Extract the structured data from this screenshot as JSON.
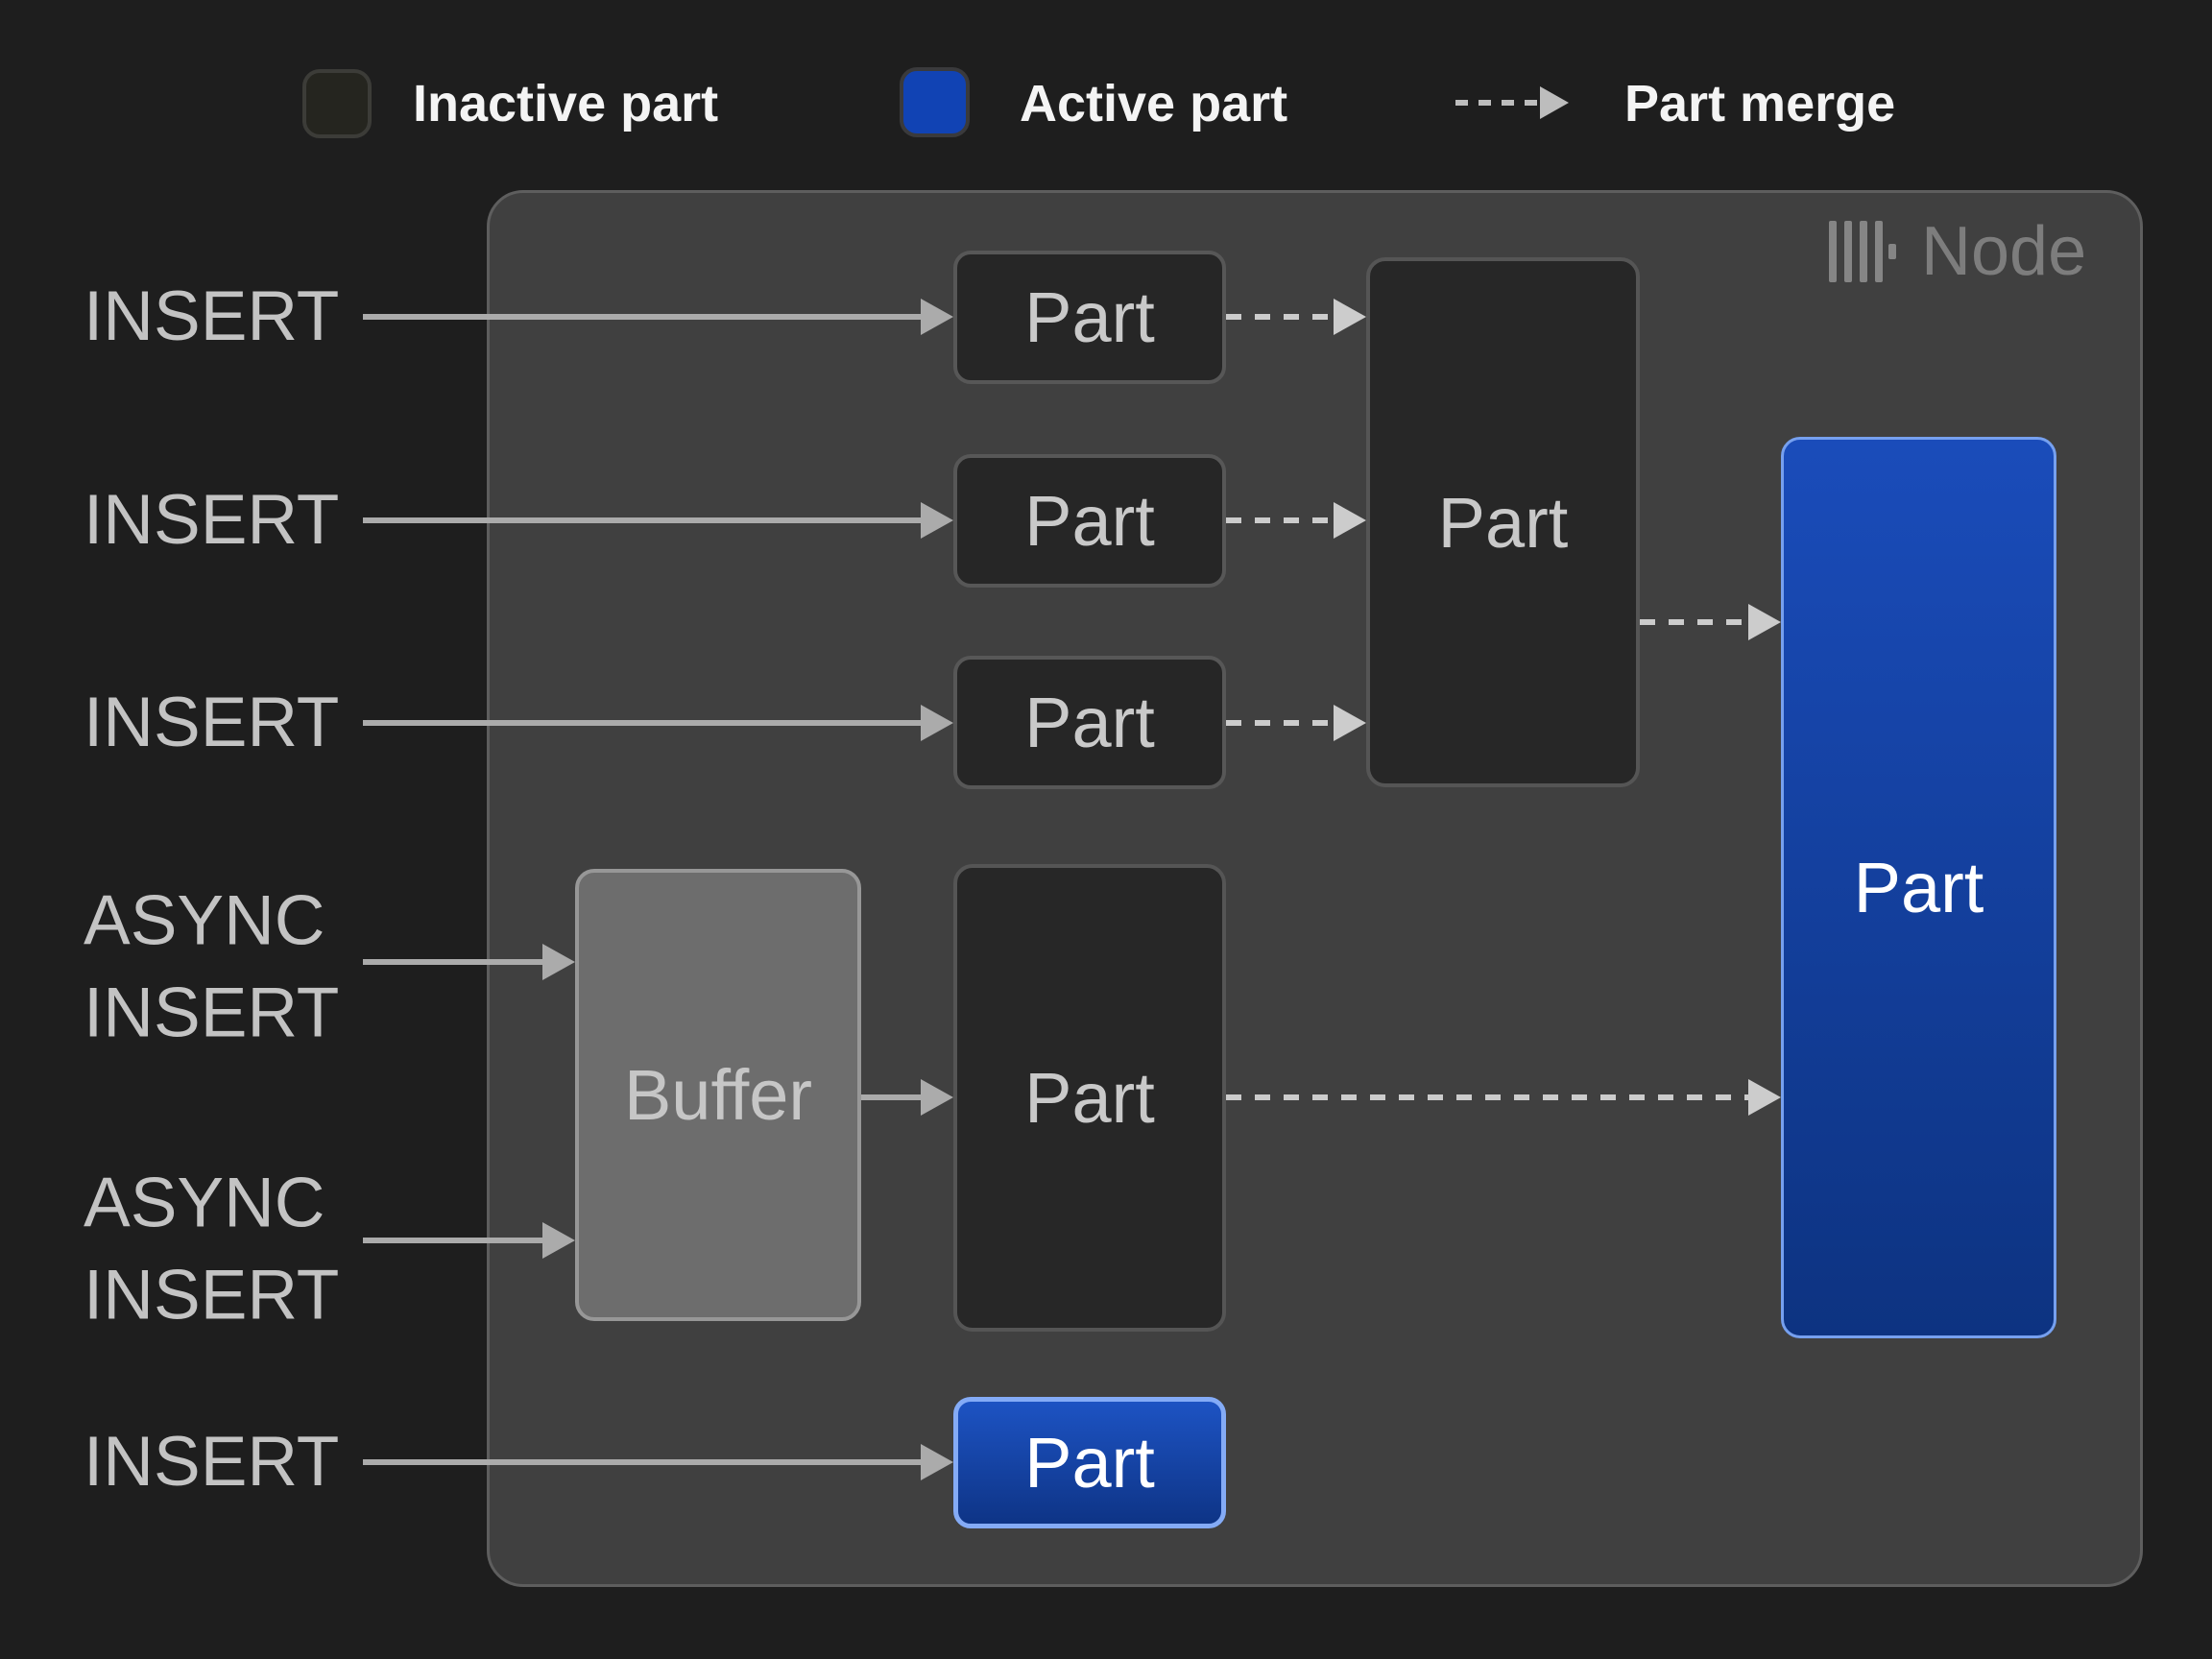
{
  "legend": {
    "items": [
      {
        "label": "Inactive part",
        "swatch": "inactive-part"
      },
      {
        "label": "Active part",
        "swatch": "active-part"
      },
      {
        "label": "Part merge",
        "swatch": "dashed-arrow"
      }
    ]
  },
  "node": {
    "title": "Node",
    "logo": "clickhouse-bars-icon"
  },
  "inputs": [
    {
      "label": "INSERT"
    },
    {
      "label": "INSERT"
    },
    {
      "label": "INSERT"
    },
    {
      "label": "ASYNC\nINSERT"
    },
    {
      "label": "ASYNC\nINSERT"
    },
    {
      "label": "INSERT"
    }
  ],
  "boxes": {
    "part1": {
      "label": "Part",
      "state": "inactive"
    },
    "part2": {
      "label": "Part",
      "state": "inactive"
    },
    "part3": {
      "label": "Part",
      "state": "inactive"
    },
    "merged_part": {
      "label": "Part",
      "state": "inactive"
    },
    "async_part": {
      "label": "Part",
      "state": "inactive"
    },
    "buffer": {
      "label": "Buffer"
    },
    "active_part": {
      "label": "Part",
      "state": "active"
    },
    "bottom_part": {
      "label": "Part",
      "state": "active"
    }
  },
  "colors": {
    "background": "#1e1e1e",
    "node_background": "#404040",
    "inactive_part_fill": "#262626",
    "active_part_fill": "#1245b4",
    "active_part_border": "#76a0ef",
    "buffer_fill": "#6d6d6d",
    "solid_arrow": "#ababab",
    "dashed_arrow": "#cccccc"
  }
}
